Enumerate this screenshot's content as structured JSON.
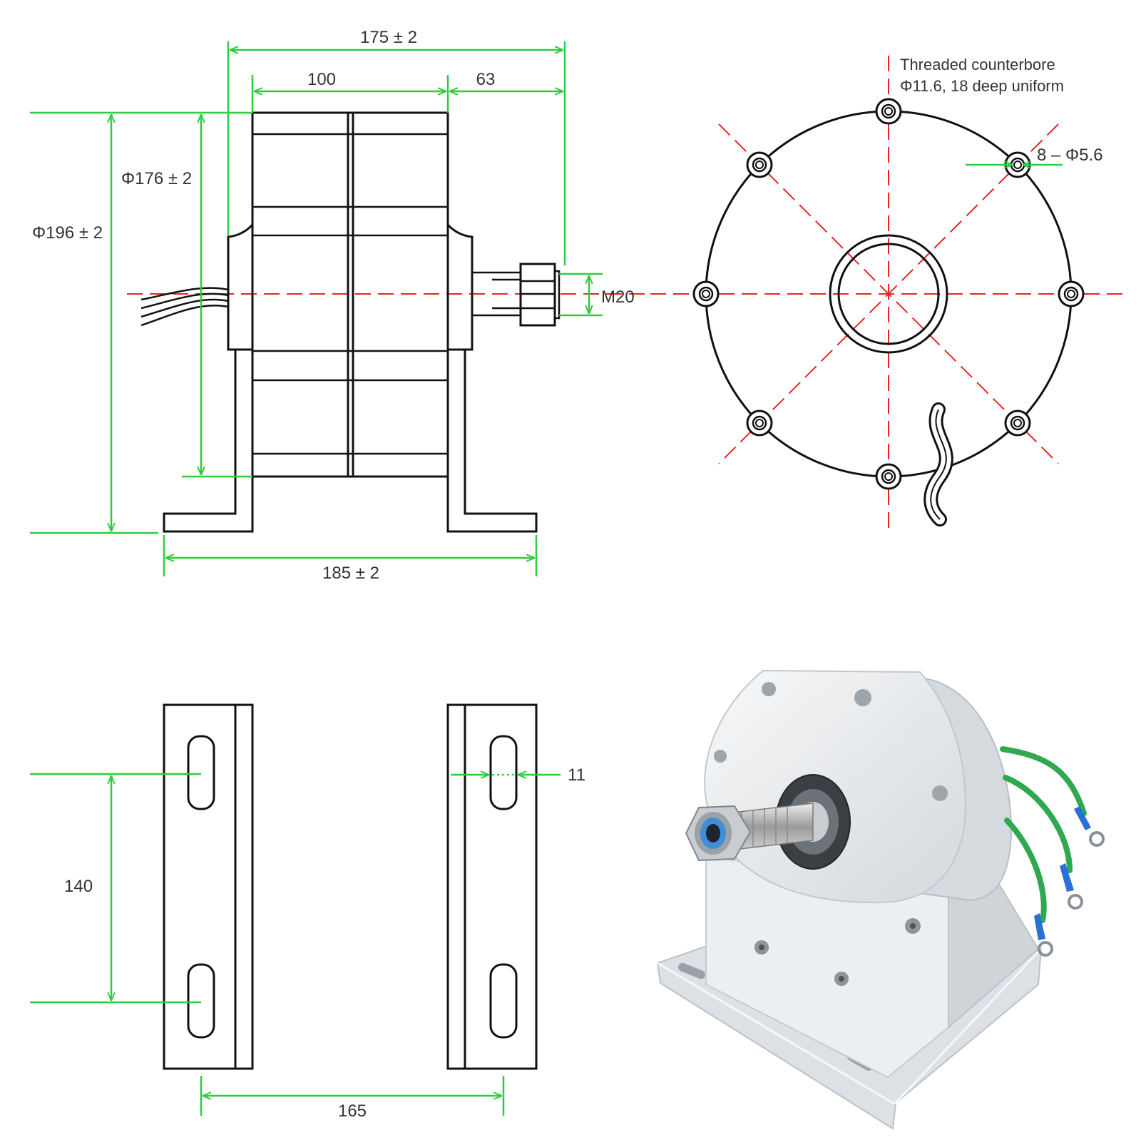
{
  "colors": {
    "outline": "#111111",
    "dimension": "#2ecc40",
    "centerline": "#ee2222",
    "product_body": "#e9ecef",
    "wire": "#2fa84f",
    "terminal": "#2a6fd6"
  },
  "side_view": {
    "dim_overall_length": "175 ± 2",
    "dim_body_length": "100",
    "dim_shaft_length": "63",
    "dim_inner_diameter": "Φ176 ± 2",
    "dim_outer_diameter": "Φ196 ± 2",
    "dim_shaft_thread": "M20",
    "dim_base_width": "185 ± 2"
  },
  "front_view": {
    "note_line1": "Threaded counterbore",
    "note_line2": "Φ11.6, 18 deep uniform",
    "dim_holes": "8 – Φ5.6"
  },
  "bracket_view": {
    "dim_slot_spacing": "140",
    "dim_slot_width": "11",
    "dim_bracket_spacing": "165"
  },
  "product_photo": {
    "subject": "white permanent magnet generator with mounting bracket, nut on shaft and three green wires with blue ring terminals",
    "wire_count": 3
  }
}
